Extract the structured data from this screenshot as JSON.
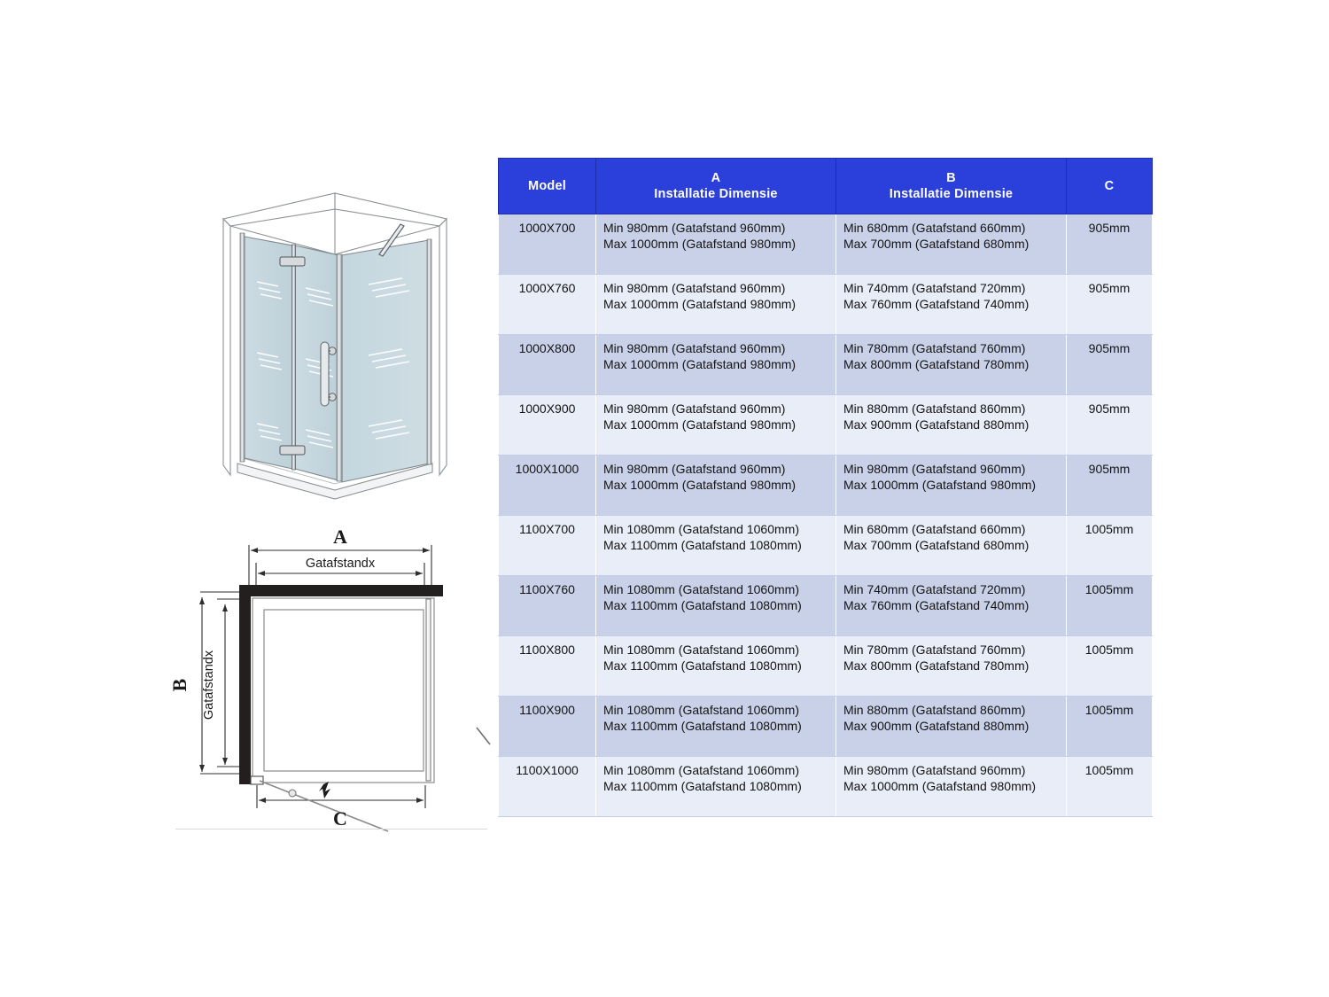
{
  "table": {
    "headers": [
      {
        "id": "model",
        "line1": "Model",
        "line2": ""
      },
      {
        "id": "a",
        "line1": "A",
        "line2": "Installatie Dimensie"
      },
      {
        "id": "b",
        "line1": "B",
        "line2": "Installatie Dimensie"
      },
      {
        "id": "c",
        "line1": "C",
        "line2": ""
      }
    ],
    "rows": [
      {
        "model": "1000X700",
        "a_min": "Min 980mm (Gatafstand 960mm)",
        "a_max": "Max 1000mm (Gatafstand 980mm)",
        "b_min": "Min 680mm (Gatafstand 660mm)",
        "b_max": "Max 700mm (Gatafstand 680mm)",
        "c": "905mm"
      },
      {
        "model": "1000X760",
        "a_min": "Min 980mm (Gatafstand 960mm)",
        "a_max": "Max 1000mm (Gatafstand 980mm)",
        "b_min": "Min 740mm (Gatafstand 720mm)",
        "b_max": "Max 760mm (Gatafstand 740mm)",
        "c": "905mm"
      },
      {
        "model": "1000X800",
        "a_min": "Min 980mm (Gatafstand 960mm)",
        "a_max": "Max 1000mm (Gatafstand 980mm)",
        "b_min": "Min 780mm (Gatafstand 760mm)",
        "b_max": "Max 800mm (Gatafstand 780mm)",
        "c": "905mm"
      },
      {
        "model": "1000X900",
        "a_min": "Min 980mm (Gatafstand 960mm)",
        "a_max": "Max 1000mm (Gatafstand 980mm)",
        "b_min": "Min 880mm (Gatafstand 860mm)",
        "b_max": "Max 900mm (Gatafstand 880mm)",
        "c": "905mm"
      },
      {
        "model": "1000X1000",
        "a_min": "Min 980mm (Gatafstand 960mm)",
        "a_max": "Max 1000mm (Gatafstand 980mm)",
        "b_min": "Min 980mm (Gatafstand 960mm)",
        "b_max": "Max 1000mm (Gatafstand 980mm)",
        "c": "905mm"
      },
      {
        "model": "1100X700",
        "a_min": "Min 1080mm (Gatafstand 1060mm)",
        "a_max": "Max 1100mm (Gatafstand 1080mm)",
        "b_min": "Min 680mm (Gatafstand 660mm)",
        "b_max": "Max 700mm (Gatafstand 680mm)",
        "c": "1005mm"
      },
      {
        "model": "1100X760",
        "a_min": "Min 1080mm (Gatafstand 1060mm)",
        "a_max": "Max 1100mm (Gatafstand 1080mm)",
        "b_min": "Min 740mm (Gatafstand 720mm)",
        "b_max": "Max 760mm (Gatafstand 740mm)",
        "c": "1005mm"
      },
      {
        "model": "1100X800",
        "a_min": "Min 1080mm (Gatafstand 1060mm)",
        "a_max": "Max 1100mm (Gatafstand 1080mm)",
        "b_min": "Min 780mm (Gatafstand 760mm)",
        "b_max": "Max 800mm (Gatafstand 780mm)",
        "c": "1005mm"
      },
      {
        "model": "1100X900",
        "a_min": "Min 1080mm (Gatafstand 1060mm)",
        "a_max": "Max 1100mm (Gatafstand 1080mm)",
        "b_min": "Min 880mm (Gatafstand 860mm)",
        "b_max": "Max 900mm (Gatafstand 880mm)",
        "c": "1005mm"
      },
      {
        "model": "1100X1000",
        "a_min": "Min 1080mm (Gatafstand 1060mm)",
        "a_max": "Max 1100mm (Gatafstand 1080mm)",
        "b_min": "Min 980mm (Gatafstand 960mm)",
        "b_max": "Max 1000mm (Gatafstand 980mm)",
        "c": "1005mm"
      }
    ]
  },
  "plan_diagram": {
    "label_a": "A",
    "label_b": "B",
    "label_c": "C",
    "label_gatafstand_top": "Gatafstandx",
    "label_gatafstand_left": "Gatafstandx"
  },
  "colors": {
    "header_blue": "#2b3fdb",
    "header_border": "#1c2ea8",
    "row_band_dark": "#c8d1e8",
    "row_band_light": "#e9edf8",
    "glass_fill": "#c6d7de",
    "frame_dark": "#231f1f",
    "line_grey": "#7b7b7b"
  }
}
